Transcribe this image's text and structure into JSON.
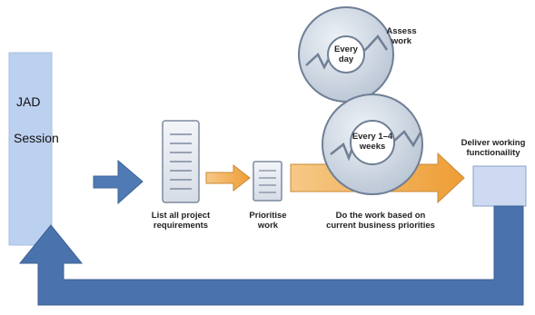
{
  "diagram": {
    "jad_line1": "JAD",
    "jad_line2": "Session",
    "list_requirements": [
      "List all project",
      "requirements"
    ],
    "prioritise": [
      "Prioritise",
      "work"
    ],
    "do_work": [
      "Do the work based on",
      "current business priorities"
    ],
    "deliver": [
      "Deliver working",
      "functionaility"
    ],
    "assess": [
      "Assess",
      "work"
    ],
    "cycle_daily": [
      "Every",
      "day"
    ],
    "cycle_weeks": [
      "Every 1–4",
      "weeks"
    ]
  },
  "colors": {
    "jad_box": "#bcd0ef",
    "deliver_box": "#cddaf2",
    "feedback_arrow": "#4a73ad",
    "arrow_to_list": "#4f7ab4",
    "orange_arrow": "#f0b45a",
    "gear_fill": "#cdd7e4",
    "gear_dark": "#6f7f95"
  }
}
